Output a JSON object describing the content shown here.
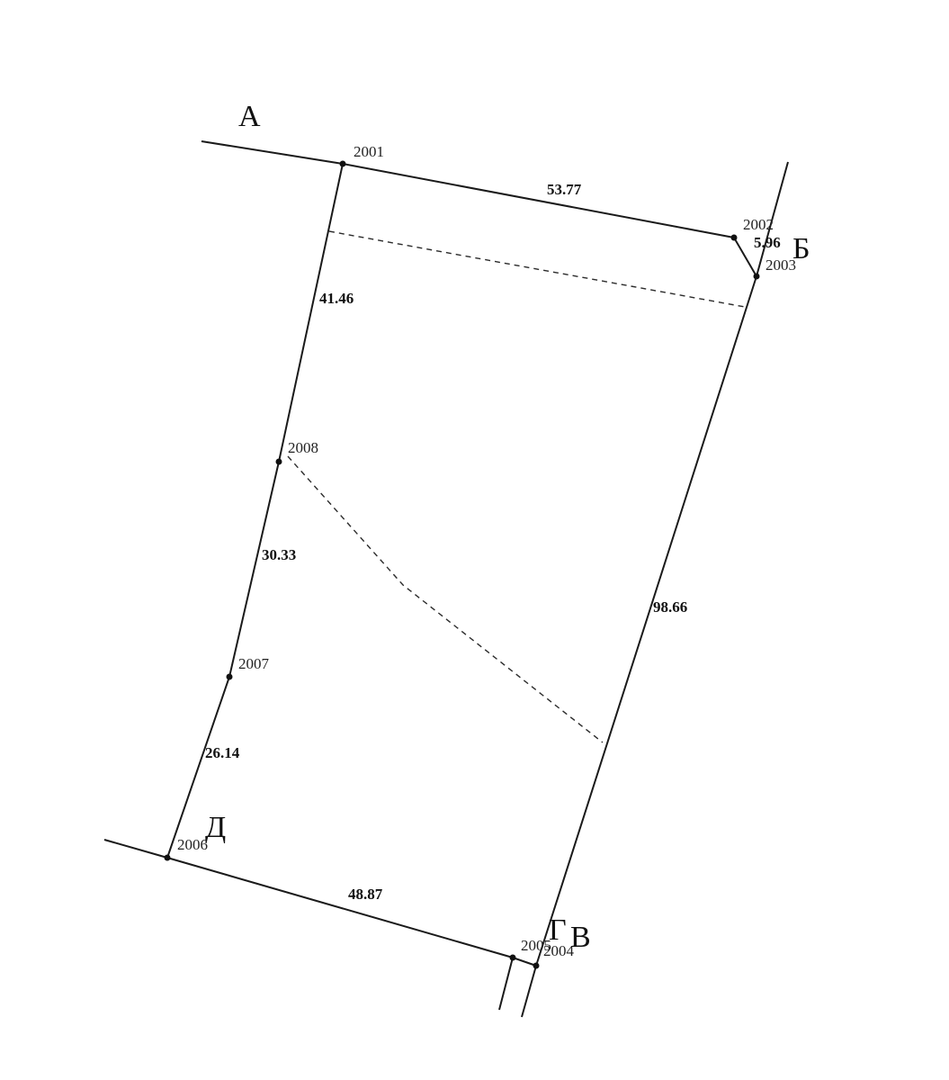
{
  "points": [
    {
      "id": "p2001",
      "label": "2001"
    },
    {
      "id": "p2002",
      "label": "2002"
    },
    {
      "id": "p2003",
      "label": "2003"
    },
    {
      "id": "p2004",
      "label": "2004"
    },
    {
      "id": "p2005",
      "label": "2005"
    },
    {
      "id": "p2006",
      "label": "2006"
    },
    {
      "id": "p2007",
      "label": "2007"
    },
    {
      "id": "p2008",
      "label": "2008"
    }
  ],
  "segments": [
    {
      "from": "2001",
      "to": "2002",
      "length": "53.77"
    },
    {
      "from": "2002",
      "to": "2003",
      "length": "5.96"
    },
    {
      "from": "2003",
      "to": "2004",
      "length": "98.66"
    },
    {
      "from": "2005",
      "to": "2006",
      "length": "48.87"
    },
    {
      "from": "2006",
      "to": "2007",
      "length": "26.14"
    },
    {
      "from": "2007",
      "to": "2008",
      "length": "30.33"
    },
    {
      "from": "2008",
      "to": "2001",
      "length": "41.46"
    }
  ],
  "section_letters": [
    "А",
    "Б",
    "В",
    "Г",
    "Д"
  ]
}
